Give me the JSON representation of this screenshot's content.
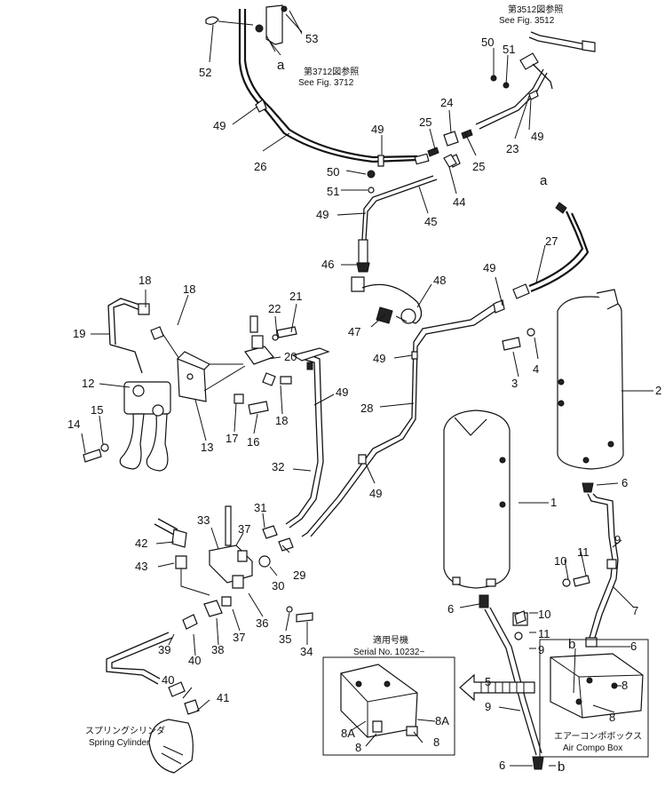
{
  "notes": {
    "fig3512_jp": "第3512図参照",
    "fig3512_en": "See Fig. 3512",
    "fig3712_jp": "第3712図参照",
    "fig3712_en": "See Fig. 3712",
    "serial_jp": "適用号機",
    "serial_en": "Serial No. 10232~",
    "spring_jp": "スプリングシリンダ",
    "spring_en": "Spring Cylinder",
    "aircompo_jp": "エアーコンポボックス",
    "aircompo_en": "Air Compo Box"
  },
  "connectors": {
    "a": "a",
    "b": "b"
  },
  "part_numbers": [
    {
      "id": "p53",
      "label": "53"
    },
    {
      "id": "p52",
      "label": "52"
    },
    {
      "id": "pa_top",
      "label": "a"
    },
    {
      "id": "p50a",
      "label": "50"
    },
    {
      "id": "p51a",
      "label": "51"
    },
    {
      "id": "p49a",
      "label": "49"
    },
    {
      "id": "p26",
      "label": "26"
    },
    {
      "id": "p49b",
      "label": "49"
    },
    {
      "id": "p25a",
      "label": "25"
    },
    {
      "id": "p24",
      "label": "24"
    },
    {
      "id": "p23",
      "label": "23"
    },
    {
      "id": "p49c",
      "label": "49"
    },
    {
      "id": "p25b",
      "label": "25"
    },
    {
      "id": "p50b",
      "label": "50"
    },
    {
      "id": "p51b",
      "label": "51"
    },
    {
      "id": "p49d",
      "label": "49"
    },
    {
      "id": "p44",
      "label": "44"
    },
    {
      "id": "p45",
      "label": "45"
    },
    {
      "id": "p46",
      "label": "46"
    },
    {
      "id": "p48",
      "label": "48"
    },
    {
      "id": "p47",
      "label": "47"
    },
    {
      "id": "pa_mid",
      "label": "a"
    },
    {
      "id": "p27",
      "label": "27"
    },
    {
      "id": "p49e",
      "label": "49"
    },
    {
      "id": "p18a",
      "label": "18"
    },
    {
      "id": "p18b",
      "label": "18"
    },
    {
      "id": "p21",
      "label": "21"
    },
    {
      "id": "p22",
      "label": "22"
    },
    {
      "id": "p19",
      "label": "19"
    },
    {
      "id": "p20",
      "label": "20"
    },
    {
      "id": "p12",
      "label": "12"
    },
    {
      "id": "p13",
      "label": "13"
    },
    {
      "id": "p18c",
      "label": "18"
    },
    {
      "id": "p17",
      "label": "17"
    },
    {
      "id": "p16",
      "label": "16"
    },
    {
      "id": "p15",
      "label": "15"
    },
    {
      "id": "p14",
      "label": "14"
    },
    {
      "id": "p49f",
      "label": "49"
    },
    {
      "id": "p28",
      "label": "28"
    },
    {
      "id": "p49g",
      "label": "49"
    },
    {
      "id": "p3",
      "label": "3"
    },
    {
      "id": "p4",
      "label": "4"
    },
    {
      "id": "p2",
      "label": "2"
    },
    {
      "id": "p32",
      "label": "32"
    },
    {
      "id": "p49h",
      "label": "49"
    },
    {
      "id": "p1",
      "label": "1"
    },
    {
      "id": "p6a",
      "label": "6"
    },
    {
      "id": "p33",
      "label": "33"
    },
    {
      "id": "p31",
      "label": "31"
    },
    {
      "id": "p37a",
      "label": "37"
    },
    {
      "id": "p42",
      "label": "42"
    },
    {
      "id": "p43",
      "label": "43"
    },
    {
      "id": "p29",
      "label": "29"
    },
    {
      "id": "p30",
      "label": "30"
    },
    {
      "id": "p9a",
      "label": "9"
    },
    {
      "id": "p11a",
      "label": "11"
    },
    {
      "id": "p10a",
      "label": "10"
    },
    {
      "id": "p7",
      "label": "7"
    },
    {
      "id": "p6b",
      "label": "6"
    },
    {
      "id": "p10b",
      "label": "10"
    },
    {
      "id": "p11b",
      "label": "11"
    },
    {
      "id": "p9b",
      "label": "9"
    },
    {
      "id": "pb_mid",
      "label": "b"
    },
    {
      "id": "p6c",
      "label": "6"
    },
    {
      "id": "p39",
      "label": "39"
    },
    {
      "id": "p40a",
      "label": "40"
    },
    {
      "id": "p38",
      "label": "38"
    },
    {
      "id": "p37b",
      "label": "37"
    },
    {
      "id": "p36",
      "label": "36"
    },
    {
      "id": "p35",
      "label": "35"
    },
    {
      "id": "p34",
      "label": "34"
    },
    {
      "id": "p5",
      "label": "5"
    },
    {
      "id": "p8a",
      "label": "8"
    },
    {
      "id": "p8b",
      "label": "8"
    },
    {
      "id": "p9c",
      "label": "9"
    },
    {
      "id": "p40b",
      "label": "40"
    },
    {
      "id": "p41",
      "label": "41"
    },
    {
      "id": "p8A_a",
      "label": "8A"
    },
    {
      "id": "p8A_b",
      "label": "8A"
    },
    {
      "id": "p8c",
      "label": "8"
    },
    {
      "id": "p8d",
      "label": "8"
    },
    {
      "id": "p6d",
      "label": "6"
    },
    {
      "id": "pb_bot",
      "label": "b"
    }
  ]
}
